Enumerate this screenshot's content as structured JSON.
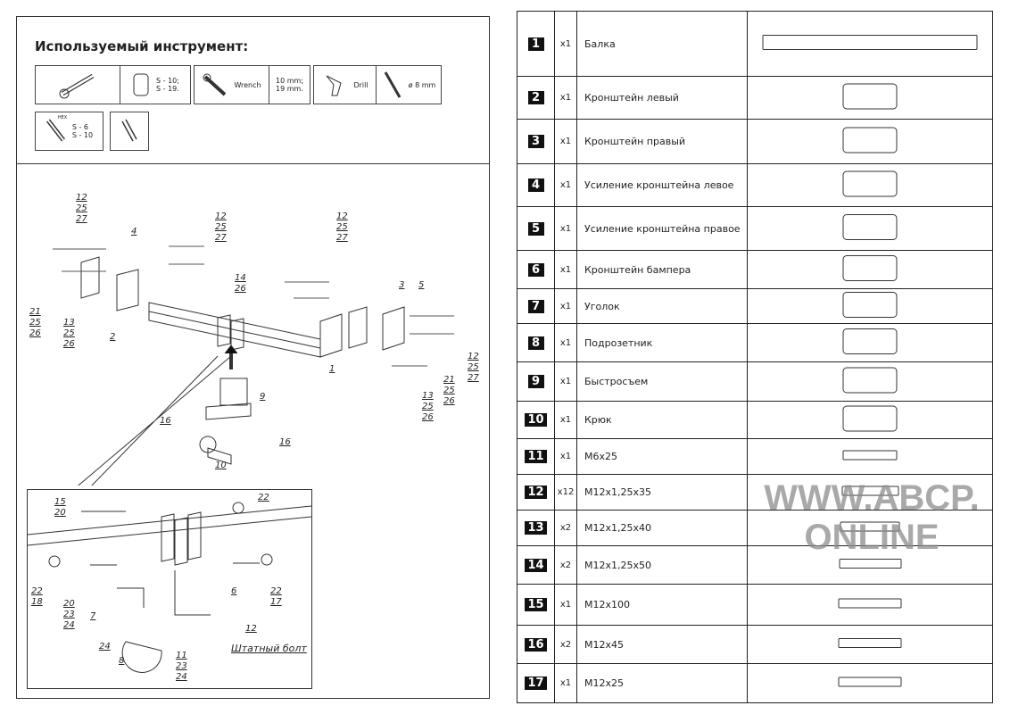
{
  "tools": {
    "title": "Используемый инструмент:",
    "socket_sizes": [
      "S - 10;",
      "S - 19."
    ],
    "wrench_label": "Wrench",
    "wrench_sizes": [
      "10 mm;",
      "19 mm."
    ],
    "drill_label": "Drill",
    "drill_bit": "ø 8 mm",
    "hex_label": "HEX",
    "hex_sizes": [
      "S - 6",
      "S - 10"
    ]
  },
  "diagram": {
    "labels": [
      "12",
      "25",
      "27",
      "4",
      "12",
      "25",
      "27",
      "12",
      "25",
      "27",
      "14",
      "26",
      "3",
      "5",
      "21",
      "25",
      "26",
      "13",
      "25",
      "26",
      "2",
      "1",
      "12",
      "25",
      "27",
      "21",
      "25",
      "26",
      "13",
      "25",
      "26",
      "9",
      "16",
      "16",
      "10"
    ],
    "inset_labels": [
      "15",
      "20",
      "22",
      "22",
      "18",
      "20",
      "23",
      "24",
      "7",
      "24",
      "8",
      "6",
      "22",
      "17",
      "12",
      "11",
      "23",
      "24"
    ],
    "inset_note": "Штатный болт"
  },
  "parts": [
    {
      "num": "1",
      "qty": "x1",
      "name": "Балка"
    },
    {
      "num": "2",
      "qty": "x1",
      "name": "Кронштейн левый"
    },
    {
      "num": "3",
      "qty": "x1",
      "name": "Кронштейн правый"
    },
    {
      "num": "4",
      "qty": "x1",
      "name": "Усиление кронштейна левое"
    },
    {
      "num": "5",
      "qty": "x1",
      "name": "Усиление кронштейна правое"
    },
    {
      "num": "6",
      "qty": "x1",
      "name": "Кронштейн бампера"
    },
    {
      "num": "7",
      "qty": "x1",
      "name": "Уголок"
    },
    {
      "num": "8",
      "qty": "x1",
      "name": "Подрозетник"
    },
    {
      "num": "9",
      "qty": "x1",
      "name": "Быстросъем"
    },
    {
      "num": "10",
      "qty": "x1",
      "name": "Крюк"
    },
    {
      "num": "11",
      "qty": "x1",
      "name": "M6x25"
    },
    {
      "num": "12",
      "qty": "x12",
      "name": "M12x1,25x35"
    },
    {
      "num": "13",
      "qty": "x2",
      "name": "M12x1,25x40"
    },
    {
      "num": "14",
      "qty": "x2",
      "name": "M12x1,25x50"
    },
    {
      "num": "15",
      "qty": "x1",
      "name": "M12x100"
    },
    {
      "num": "16",
      "qty": "x2",
      "name": "M12x45"
    },
    {
      "num": "17",
      "qty": "x1",
      "name": "M12x25"
    }
  ],
  "watermark": "WWW.ABCP.ONLINE"
}
